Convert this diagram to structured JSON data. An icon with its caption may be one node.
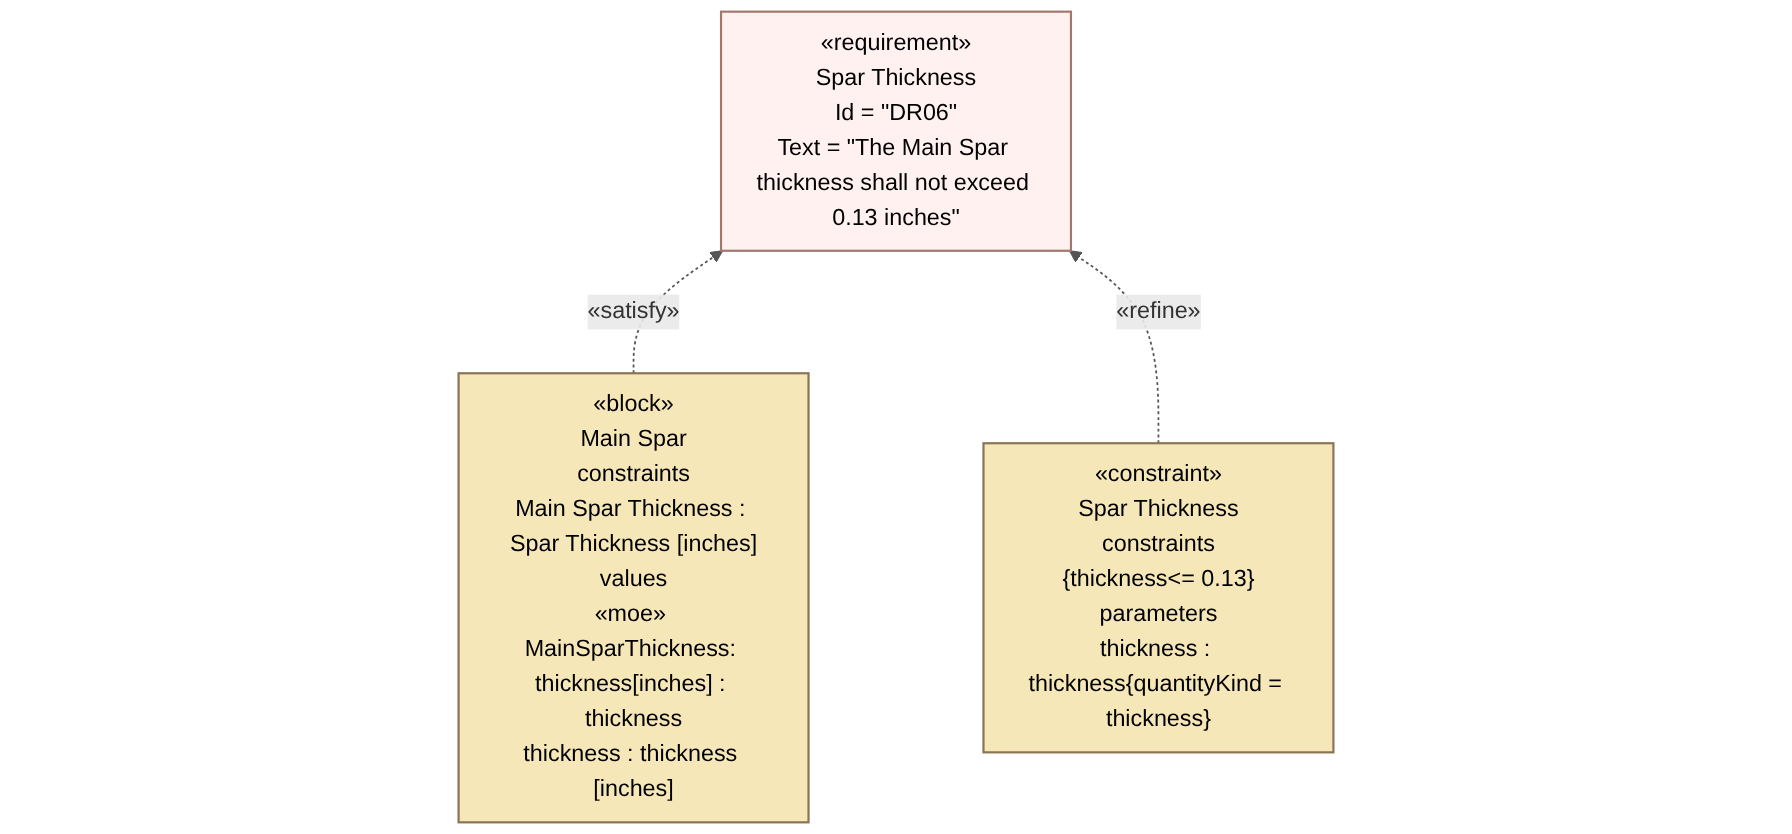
{
  "diagram": {
    "nodes": [
      {
        "text": [
          "«requirement»",
          "Spar Thickness",
          "Id = \"DR06\"",
          "Text = \"The Main Spar thickness shall not exceed 0.13 inches\""
        ]
      },
      {
        "text": [
          "«block»",
          "Main Spar",
          "constraints",
          "Main Spar Thickness : Spar Thickness [inches]",
          "values",
          "«moe» MainSparThickness: thickness[inches] : thickness",
          "thickness : thickness [inches]"
        ]
      },
      {
        "text": [
          "«constraint»",
          "Spar Thickness",
          "constraints",
          "{thickness<= 0.13}",
          "parameters",
          "thickness : thickness{quantityKind = thickness}"
        ]
      }
    ],
    "edges": [
      {
        "from": 1,
        "to": 0,
        "arrow": "to",
        "label": "«satisfy»",
        "style": "dashed"
      },
      {
        "from": 2,
        "to": 0,
        "arrow": "to",
        "label": "«refine»",
        "style": "dashed"
      }
    ]
  }
}
